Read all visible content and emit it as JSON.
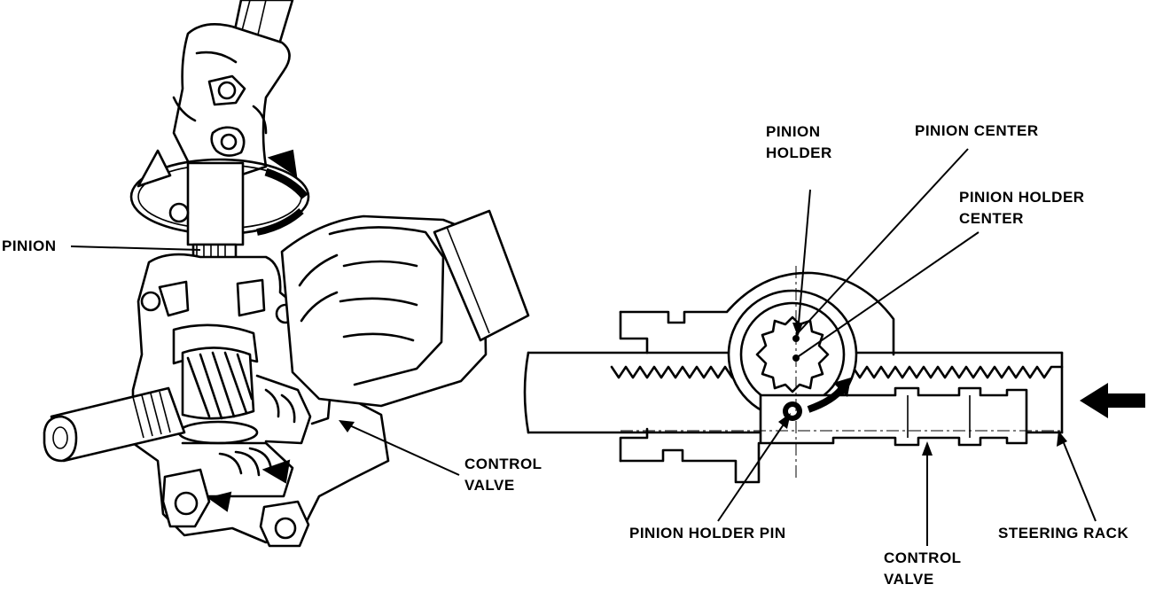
{
  "labels": {
    "pinion": "PINION",
    "control_valve_left_1": "CONTROL",
    "control_valve_left_2": "VALVE",
    "pinion_holder_1": "PINION",
    "pinion_holder_2": "HOLDER",
    "pinion_center": "PINION CENTER",
    "pinion_holder_center_1": "PINION HOLDER",
    "pinion_holder_center_2": "CENTER",
    "pinion_holder_pin": "PINION HOLDER PIN",
    "control_valve_right_1": "CONTROL",
    "control_valve_right_2": "VALVE",
    "steering_rack": "STEERING RACK"
  }
}
